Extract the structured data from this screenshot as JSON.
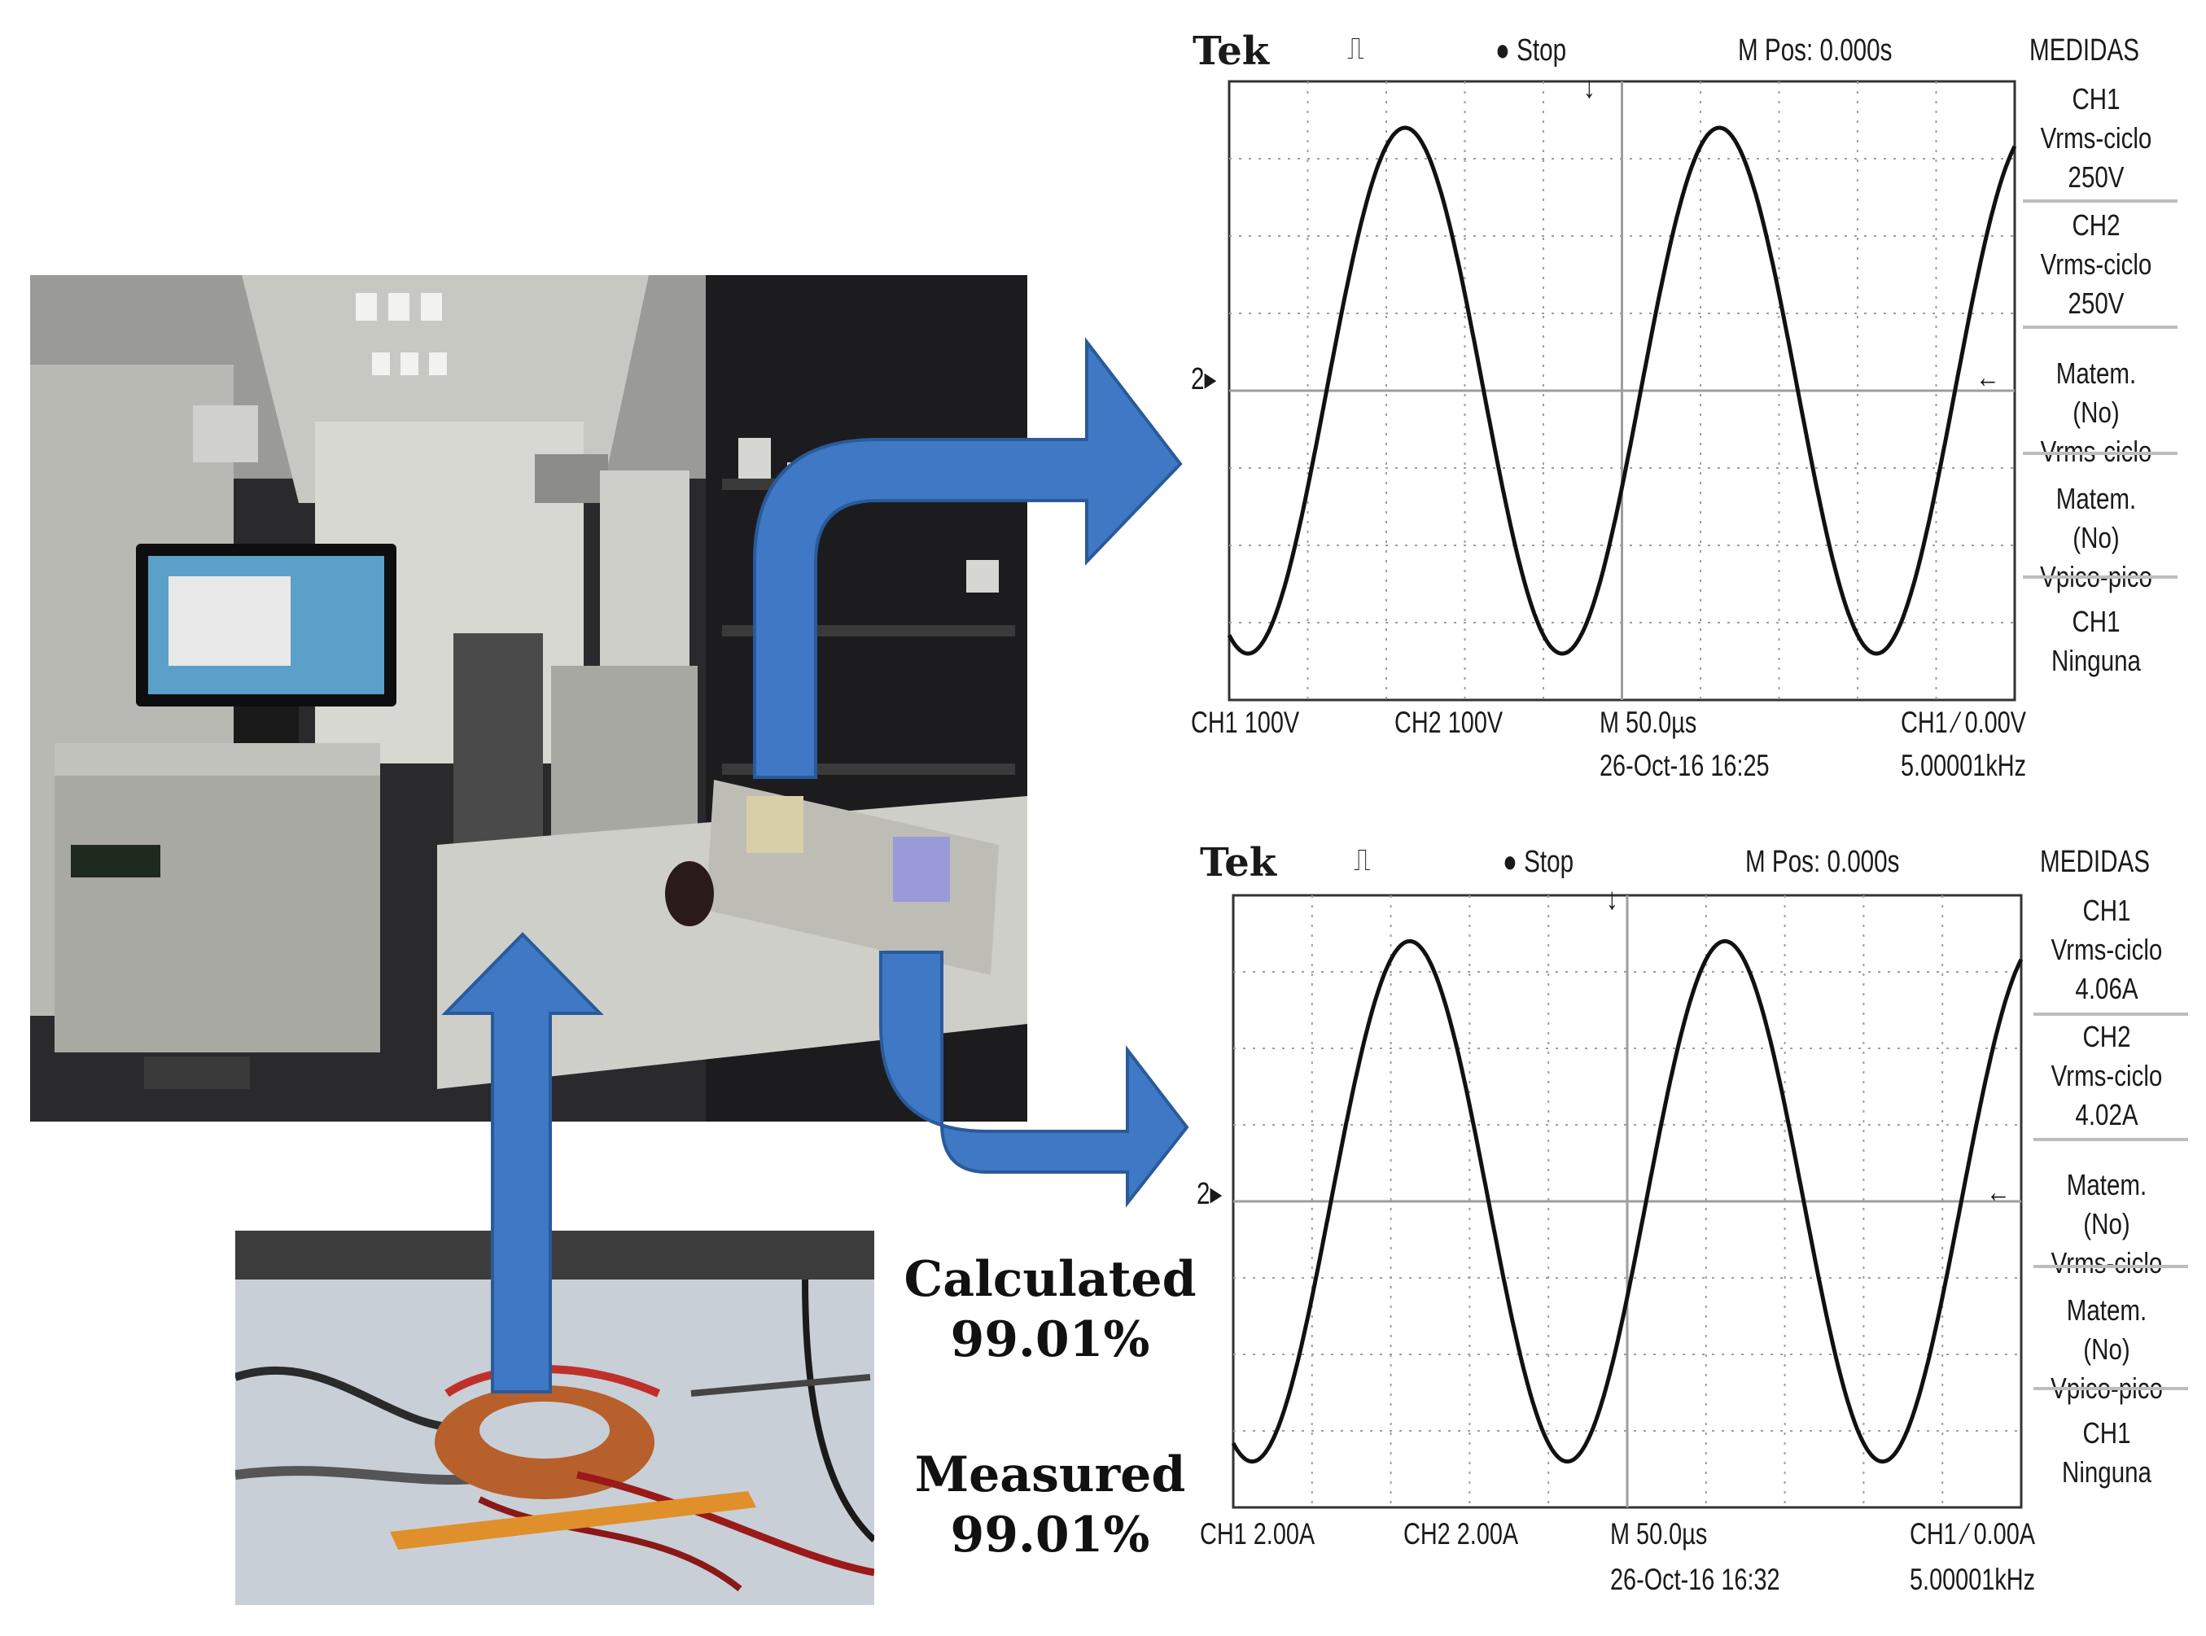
{
  "scope_voltage": {
    "brand": "Tek",
    "state": "Stop",
    "mpos": "M Pos: 0.000s",
    "measures_title": "MEDIDAS",
    "measures": [
      {
        "lines": [
          "CH1",
          "Vrms-ciclo",
          "250V"
        ]
      },
      {
        "lines": [
          "CH2",
          "Vrms-ciclo",
          "250V"
        ]
      },
      {
        "lines": [
          "Matem. (No)",
          "Vrms-ciclo"
        ]
      },
      {
        "lines": [
          "Matem. (No)",
          "Vpico-pico"
        ]
      },
      {
        "lines": [
          "CH1",
          "Ninguna"
        ]
      }
    ],
    "ch1_scale": "CH1  100V",
    "ch2_scale": "CH2  100V",
    "timebase": "M 50.0µs",
    "timestamp": "26-Oct-16 16:25",
    "trigger": "CH1 ∕ 0.00V",
    "frequency": "5.00001kHz",
    "ref_marker": "2▸",
    "waveform_cycles": 2.5
  },
  "scope_current": {
    "brand": "Tek",
    "state": "Stop",
    "mpos": "M Pos: 0.000s",
    "measures_title": "MEDIDAS",
    "measures": [
      {
        "lines": [
          "CH1",
          "Vrms-ciclo",
          "4.06A"
        ]
      },
      {
        "lines": [
          "CH2",
          "Vrms-ciclo",
          "4.02A"
        ]
      },
      {
        "lines": [
          "Matem. (No)",
          "Vrms-ciclo"
        ]
      },
      {
        "lines": [
          "Matem. (No)",
          "Vpico-pico"
        ]
      },
      {
        "lines": [
          "CH1",
          "Ninguna"
        ]
      }
    ],
    "ch1_scale": "CH1  2.00A",
    "ch2_scale": "CH2  2.00A",
    "timebase": "M 50.0µs",
    "timestamp": "26-Oct-16 16:32",
    "trigger": "CH1 ∕ 0.00A",
    "frequency": "5.00001kHz",
    "ref_marker": "2▸",
    "waveform_cycles": 2.5
  },
  "results": {
    "calculated_label": "Calculated",
    "calculated_value": "99.01%",
    "measured_label": "Measured",
    "measured_value": "99.01%"
  },
  "colors": {
    "arrow": "#3f78c4",
    "arrow_edge": "#2a5a9a",
    "grid": "#9e9e9e",
    "trace": "#111111"
  }
}
